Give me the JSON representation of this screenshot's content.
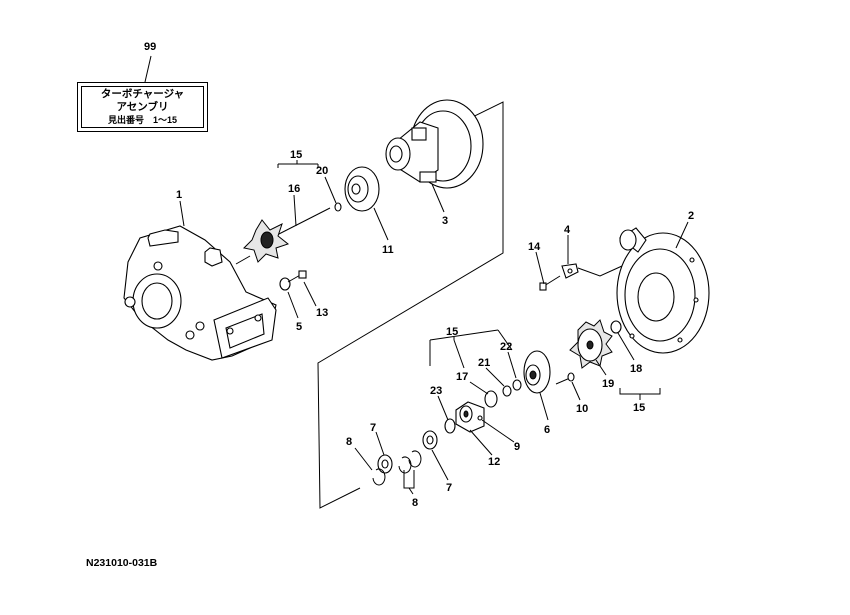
{
  "title_box": {
    "ref": "99",
    "line1": "ターボチャージャ",
    "line2": "アセンブリ",
    "line3": "見出番号　1〜15"
  },
  "figure_code": "N231010-031B",
  "callouts": {
    "c1": "1",
    "c2": "2",
    "c3": "3",
    "c4": "4",
    "c5": "5",
    "c6": "6",
    "c7a": "7",
    "c7b": "7",
    "c8a": "8",
    "c8b": "8",
    "c9": "9",
    "c10": "10",
    "c11": "11",
    "c12": "12",
    "c13": "13",
    "c14": "14",
    "c15a": "15",
    "c15b": "15",
    "c15c": "15",
    "c16": "16",
    "c17": "17",
    "c18": "18",
    "c19": "19",
    "c20": "20",
    "c21": "21",
    "c22": "22",
    "c23": "23"
  }
}
